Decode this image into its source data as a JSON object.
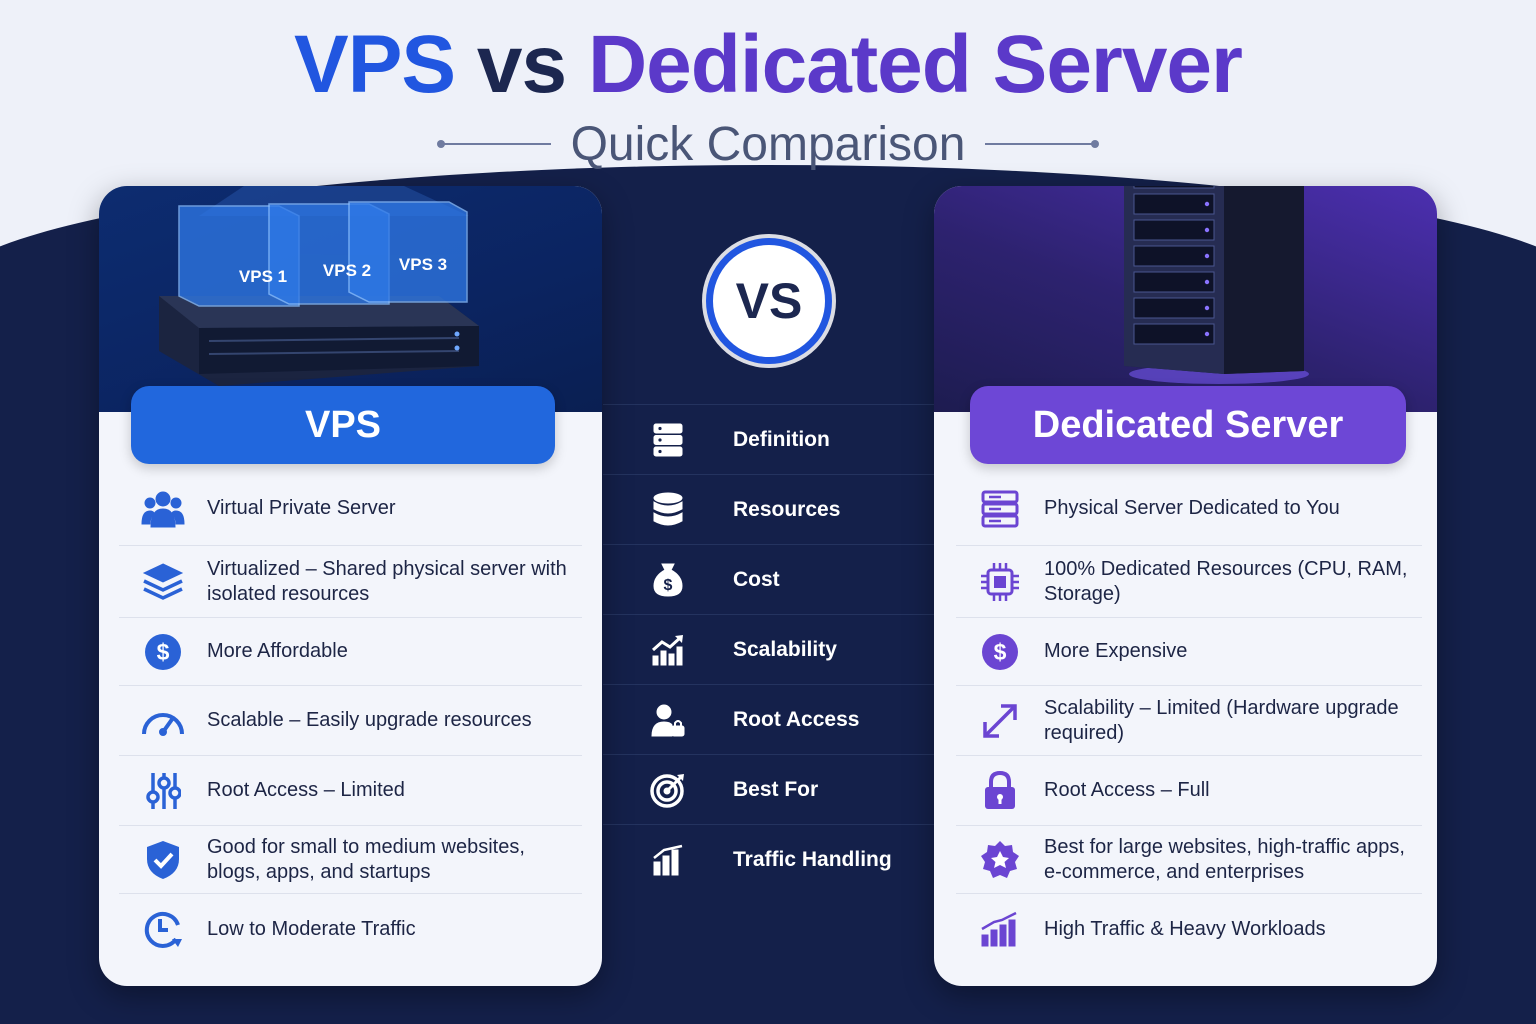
{
  "title": {
    "part1": "VPS",
    "part2": "vs",
    "part3": "Dedicated Server"
  },
  "subtitle": "Quick Comparison",
  "vs_badge": "VS",
  "colors": {
    "vps_blue": "#2167dd",
    "dedicated_purple": "#6d47d6",
    "navy_bg": "#14204a"
  },
  "vps_card": {
    "header": "VPS",
    "illustration_labels": [
      "VPS 1",
      "VPS 2",
      "VPS 3"
    ],
    "items": [
      {
        "icon": "users-icon",
        "text": "Virtual Private Server"
      },
      {
        "icon": "layers-icon",
        "text": "Virtualized – Shared physical server with isolated resources"
      },
      {
        "icon": "dollar-icon",
        "text": "More Affordable"
      },
      {
        "icon": "gauge-icon",
        "text": "Scalable – Easily upgrade resources"
      },
      {
        "icon": "sliders-icon",
        "text": "Root Access – Limited"
      },
      {
        "icon": "shield-check-icon",
        "text": "Good for small to medium websites, blogs, apps, and startups"
      },
      {
        "icon": "clock-icon",
        "text": "Low to Moderate Traffic"
      }
    ]
  },
  "criteria": [
    {
      "icon": "server-icon",
      "label": "Definition"
    },
    {
      "icon": "database-icon",
      "label": "Resources"
    },
    {
      "icon": "money-bag-icon",
      "label": "Cost"
    },
    {
      "icon": "growth-chart-icon",
      "label": "Scalability"
    },
    {
      "icon": "user-lock-icon",
      "label": "Root Access"
    },
    {
      "icon": "target-icon",
      "label": "Best For"
    },
    {
      "icon": "bar-chart-icon",
      "label": "Traffic Handling"
    }
  ],
  "dedicated_card": {
    "header": "Dedicated Server",
    "items": [
      {
        "icon": "server-rack-icon",
        "text": "Physical Server Dedicated to You"
      },
      {
        "icon": "cpu-icon",
        "text": "100% Dedicated Resources (CPU, RAM, Storage)"
      },
      {
        "icon": "dollar-icon",
        "text": "More Expensive"
      },
      {
        "icon": "expand-arrows-icon",
        "text": "Scalability – Limited (Hardware upgrade required)"
      },
      {
        "icon": "lock-icon",
        "text": "Root Access – Full"
      },
      {
        "icon": "star-badge-icon",
        "text": "Best for large websites, high-traffic apps, e-commerce, and enterprises"
      },
      {
        "icon": "rising-bars-icon",
        "text": "High Traffic & Heavy Workloads"
      }
    ]
  }
}
